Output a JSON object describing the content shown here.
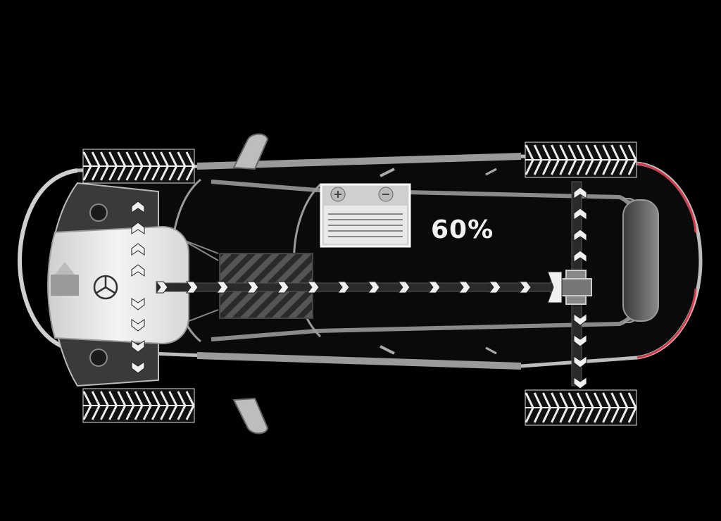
{
  "diagram": {
    "rear_axle_torque_label": "60%",
    "colors": {
      "background": "#000000",
      "body_outline": "#c8c8c8",
      "component_fill": "#e6e6e6",
      "tail_light": "#d23a4a"
    },
    "components": [
      {
        "name": "engine",
        "icon": "mercedes-star-icon"
      },
      {
        "name": "gearbox",
        "icon": "hatched-block"
      },
      {
        "name": "battery",
        "icon": "battery-icon"
      },
      {
        "name": "propeller-shaft",
        "icon": "chevron-arrow-chain"
      },
      {
        "name": "rear-differential",
        "icon": "cross-joint"
      }
    ]
  }
}
